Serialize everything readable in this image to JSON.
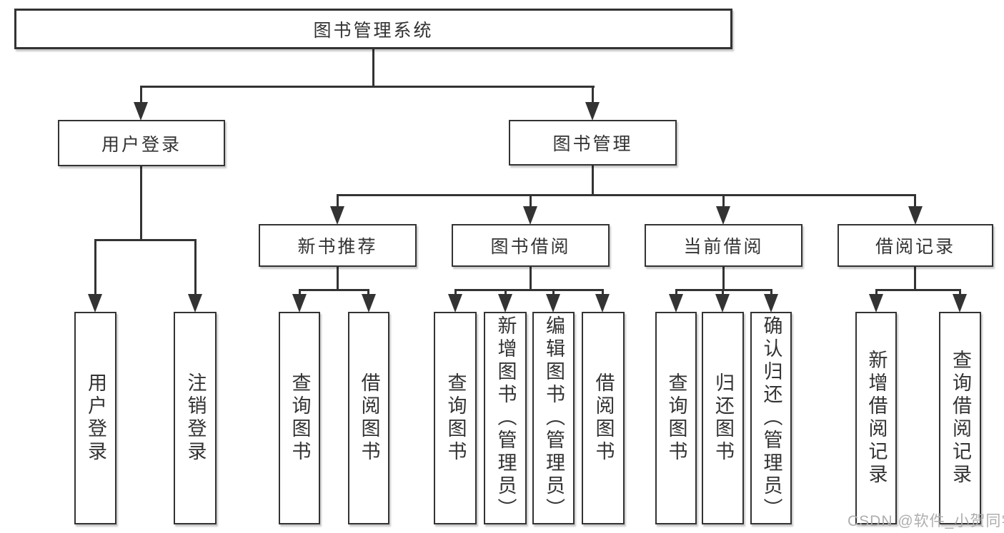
{
  "tree": {
    "root": {
      "label": "图书管理系统"
    },
    "branches": [
      {
        "label": "用户登录",
        "children": [
          {
            "label": "用户登录"
          },
          {
            "label": "注销登录"
          }
        ]
      },
      {
        "label": "图书管理",
        "children": [
          {
            "label": "新书推荐",
            "children": [
              {
                "label": "查询图书"
              },
              {
                "label": "借阅图书"
              }
            ]
          },
          {
            "label": "图书借阅",
            "children": [
              {
                "label": "查询图书"
              },
              {
                "label": "新增图书（管理员）"
              },
              {
                "label": "编辑图书（管理员）"
              },
              {
                "label": "借阅图书"
              }
            ]
          },
          {
            "label": "当前借阅",
            "children": [
              {
                "label": "查询图书"
              },
              {
                "label": "归还图书"
              },
              {
                "label": "确认归还（管理员）"
              }
            ]
          },
          {
            "label": "借阅记录",
            "children": [
              {
                "label": "新增借阅记录"
              },
              {
                "label": "查询借阅记录"
              }
            ]
          }
        ]
      }
    ]
  },
  "watermark": {
    "text": "CSDN @软件_小贺同学"
  },
  "colors": {
    "line": "#333333",
    "node_border": "#333333",
    "text": "#333333",
    "watermark": "#aaaaac",
    "background": "#ffffff"
  }
}
